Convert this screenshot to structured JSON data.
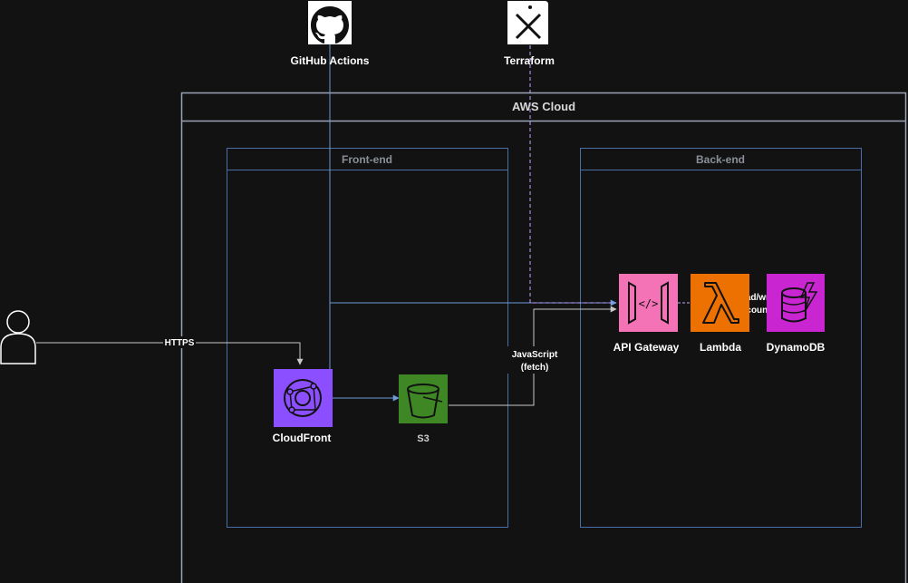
{
  "external": {
    "github_label": "GitHub Actions",
    "terraform_label": "Terraform"
  },
  "cloud": {
    "title": "AWS Cloud"
  },
  "groups": {
    "frontend": "Front-end",
    "backend": "Back-end"
  },
  "services": {
    "cloudfront": "CloudFront",
    "s3": "S3",
    "api_gateway": "API Gateway",
    "lambda": "Lambda",
    "dynamodb": "DynamoDB"
  },
  "edges": {
    "https": "HTTPS",
    "fetch_line1": "JavaScript",
    "fetch_line2": "(fetch)",
    "rw_line1": "read/write",
    "rw_line2": "count"
  },
  "colors": {
    "background": "#121212",
    "container_border": "#9aa3b5",
    "group_border": "#4a6ea8",
    "cloudfront": "#8c4fff",
    "s3": "#3f8624",
    "api_gateway": "#e7157b",
    "lambda": "#ed7100",
    "dynamodb": "#c925d1",
    "edge_blue": "#6f9bd8",
    "edge_purple": "#c9a2ff"
  }
}
